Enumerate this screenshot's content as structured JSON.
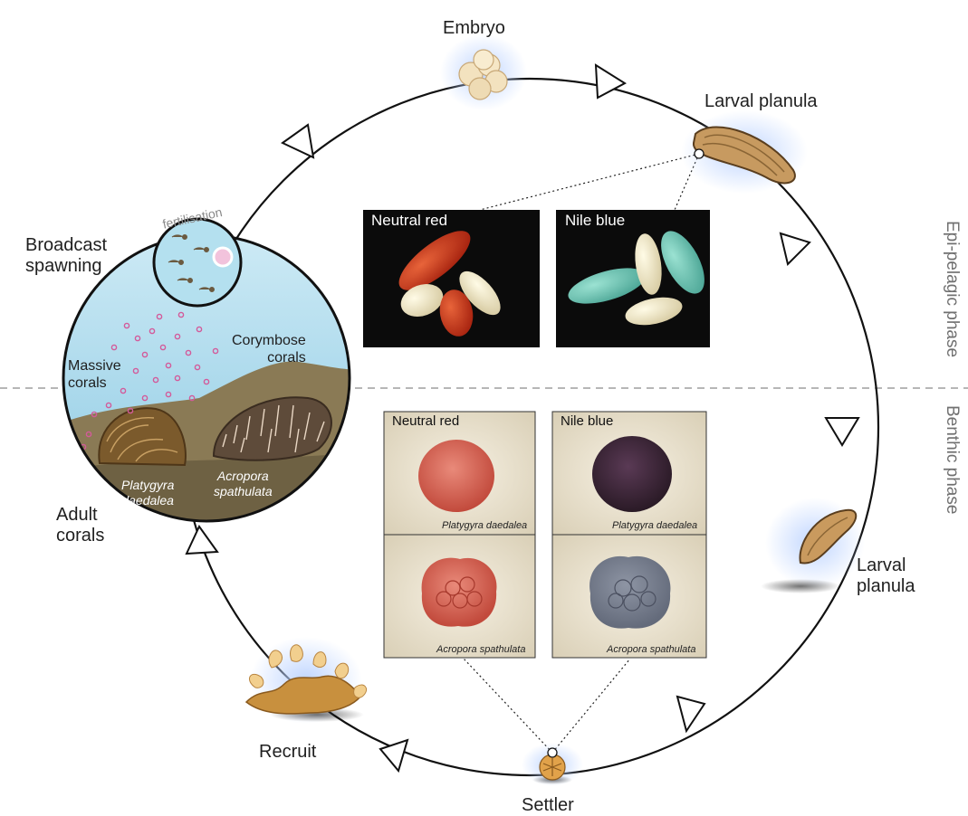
{
  "stages": {
    "embryo": "Embryo",
    "larval_planula_top": "Larval planula",
    "larval_planula_benthic": "Larval\nplanula",
    "settler": "Settler",
    "recruit": "Recruit",
    "adult_corals": "Adult\ncorals",
    "broadcast_spawning": "Broadcast\nspawning"
  },
  "phases": {
    "epi_pelagic": "Epi-pelagic phase",
    "benthic": "Benthic phase"
  },
  "spawning_scene": {
    "fertilisation": "fertilisation",
    "massive_corals": "Massive\ncorals",
    "corymbose_corals": "Corymbose\ncorals",
    "species_left": "Platygyra\ndaedalea",
    "species_right": "Acropora\nspathulata"
  },
  "larva_panels": [
    {
      "title": "Neutral red"
    },
    {
      "title": "Nile blue"
    }
  ],
  "settler_panels": [
    {
      "title": "Neutral red",
      "species": "Platygyra daedalea"
    },
    {
      "title": "Nile blue",
      "species": "Platygyra daedalea"
    },
    {
      "title": "",
      "species": "Acropora spathulata"
    },
    {
      "title": "",
      "species": "Acropora spathulata"
    }
  ],
  "colors": {
    "cycle_line": "#111111",
    "halo": "#cfe0ff",
    "neutral_red": "#c8321c",
    "nile_blue": "#6fc3b1",
    "larva_body": "#b98a52",
    "sea": "#a6d7ec",
    "sand": "#8a7a55",
    "phase_divider": "#8a8a8a"
  }
}
